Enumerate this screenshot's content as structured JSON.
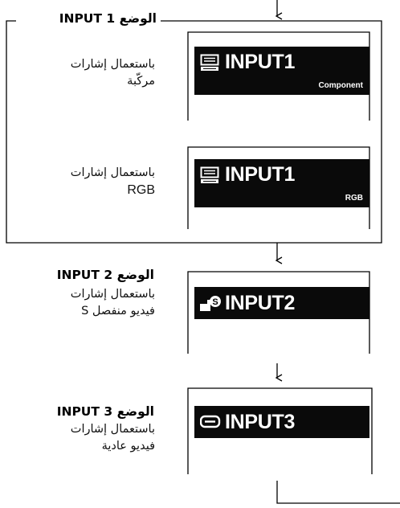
{
  "modes": [
    {
      "heading": "الوضع 1 INPUT"
    },
    {
      "heading": "الوضع 2 INPUT"
    },
    {
      "heading": "الوضع 3 INPUT"
    }
  ],
  "sections": [
    {
      "desc_line1": "باستعمال إشارات",
      "desc_line2": "مركّبة",
      "osd_label": "INPUT1",
      "osd_sub": "Component",
      "icon": "monitor-icon"
    },
    {
      "desc_line1": "باستعمال إشارات",
      "desc_line2": "RGB",
      "osd_label": "INPUT1",
      "osd_sub": "RGB",
      "icon": "monitor-icon"
    },
    {
      "desc_line1": "باستعمال إشارات",
      "desc_line2": "فيديو منفصل S",
      "osd_label": "INPUT2",
      "osd_sub": "",
      "icon": "s-video-icon"
    },
    {
      "desc_line1": "باستعمال إشارات",
      "desc_line2": "فيديو عادية",
      "osd_label": "INPUT3",
      "osd_sub": "",
      "icon": "composite-video-icon"
    }
  ],
  "colors": {
    "osd_background": "#0a0a0a",
    "osd_text": "#ffffff",
    "lines": "#000000"
  }
}
